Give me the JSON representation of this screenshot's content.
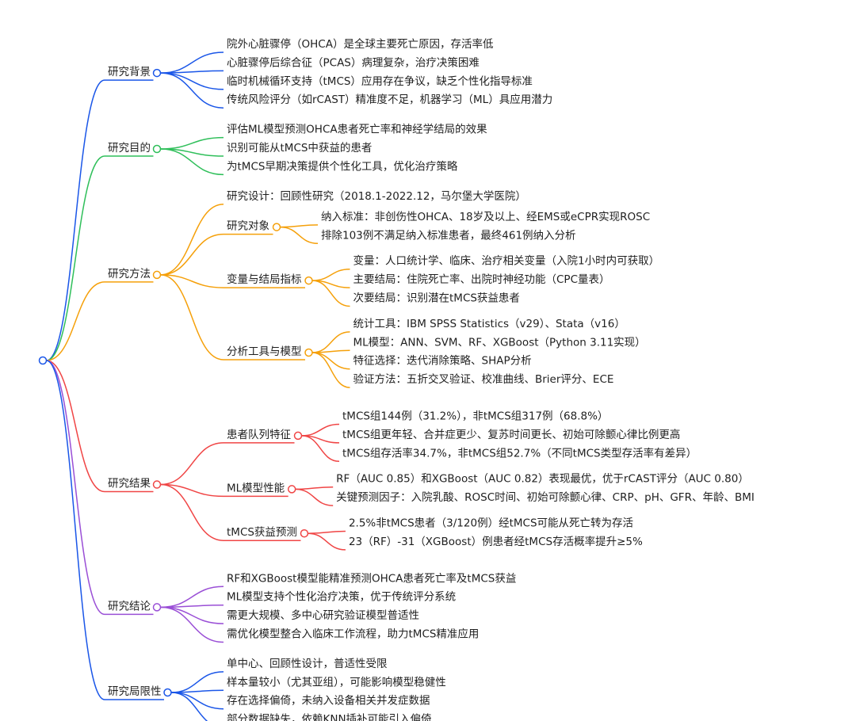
{
  "mindmap": {
    "branches": [
      {
        "label": "研究背景",
        "color": "#1a56e8",
        "children": [
          {
            "label": "院外心脏骤停（OHCA）是全球主要死亡原因，存活率低"
          },
          {
            "label": "心脏骤停后综合征（PCAS）病理复杂，治疗决策困难"
          },
          {
            "label": "临时机械循环支持（tMCS）应用存在争议，缺乏个性化指导标准"
          },
          {
            "label": "传统风险评分（如rCAST）精准度不足，机器学习（ML）具应用潜力"
          }
        ]
      },
      {
        "label": "研究目的",
        "color": "#2fbf5a",
        "children": [
          {
            "label": "评估ML模型预测OHCA患者死亡率和神经学结局的效果"
          },
          {
            "label": "识别可能从tMCS中获益的患者"
          },
          {
            "label": "为tMCS早期决策提供个性化工具，优化治疗策略"
          }
        ]
      },
      {
        "label": "研究方法",
        "color": "#f5a00a",
        "children": [
          {
            "label": "研究设计：回顾性研究（2018.1-2022.12，马尔堡大学医院）"
          },
          {
            "label": "研究对象",
            "children": [
              {
                "label": "纳入标准：非创伤性OHCA、18岁及以上、经EMS或eCPR实现ROSC"
              },
              {
                "label": "排除103例不满足纳入标准患者，最终461例纳入分析"
              }
            ]
          },
          {
            "label": "变量与结局指标",
            "children": [
              {
                "label": "变量：人口统计学、临床、治疗相关变量（入院1小时内可获取）"
              },
              {
                "label": "主要结局：住院死亡率、出院时神经功能（CPC量表）"
              },
              {
                "label": "次要结局：识别潜在tMCS获益患者"
              }
            ]
          },
          {
            "label": "分析工具与模型",
            "children": [
              {
                "label": "统计工具：IBM SPSS Statistics（v29）、Stata（v16）"
              },
              {
                "label": "ML模型：ANN、SVM、RF、XGBoost（Python 3.11实现）"
              },
              {
                "label": "特征选择：迭代消除策略、SHAP分析"
              },
              {
                "label": "验证方法：五折交叉验证、校准曲线、Brier评分、ECE"
              }
            ]
          }
        ]
      },
      {
        "label": "研究结果",
        "color": "#f04545",
        "children": [
          {
            "label": "患者队列特征",
            "children": [
              {
                "label": "tMCS组144例（31.2%），非tMCS组317例（68.8%）"
              },
              {
                "label": "tMCS组更年轻、合并症更少、复苏时间更长、初始可除颤心律比例更高"
              },
              {
                "label": "tMCS组存活率34.7%，非tMCS组52.7%（不同tMCS类型存活率有差异）"
              }
            ]
          },
          {
            "label": "ML模型性能",
            "children": [
              {
                "label": "RF（AUC 0.85）和XGBoost（AUC 0.82）表现最优，优于rCAST评分（AUC 0.80）"
              },
              {
                "label": "关键预测因子：入院乳酸、ROSC时间、初始可除颤心律、CRP、pH、GFR、年龄、BMI"
              }
            ]
          },
          {
            "label": "tMCS获益预测",
            "children": [
              {
                "label": "2.5%非tMCS患者（3/120例）经tMCS可能从死亡转为存活"
              },
              {
                "label": "23（RF）-31（XGBoost）例患者经tMCS存活概率提升≥5%"
              }
            ]
          }
        ]
      },
      {
        "label": "研究结论",
        "color": "#9a4fd6",
        "children": [
          {
            "label": "RF和XGBoost模型能精准预测OHCA患者死亡率及tMCS获益"
          },
          {
            "label": "ML模型支持个性化治疗决策，优于传统评分系统"
          },
          {
            "label": "需更大规模、多中心研究验证模型普适性"
          },
          {
            "label": "需优化模型整合入临床工作流程，助力tMCS精准应用"
          }
        ]
      },
      {
        "label": "研究局限性",
        "color": "#1a56e8",
        "children": [
          {
            "label": "单中心、回顾性设计，普适性受限"
          },
          {
            "label": "样本量较小（尤其亚组），可能影响模型稳健性"
          },
          {
            "label": "存在选择偏倚，未纳入设备相关并发症数据"
          },
          {
            "label": "部分数据缺失，依赖KNN插补可能引入偏倚"
          }
        ]
      }
    ]
  }
}
